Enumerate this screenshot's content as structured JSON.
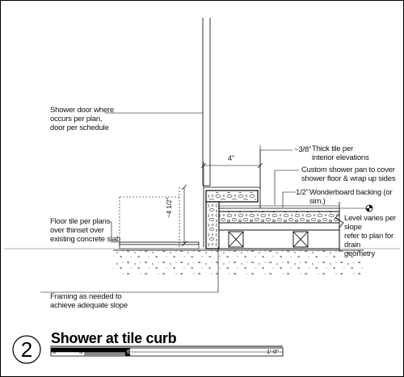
{
  "detail": {
    "number": "2",
    "title": "Shower at tile curb"
  },
  "scale": {
    "labels": [
      "0\"",
      "3\"",
      "6\"",
      "1'-0\""
    ]
  },
  "notes": {
    "shower_door": "Shower door where\noccurs per plan,\ndoor per schedule",
    "thick_tile": "Thick tile per\ninterior elevations",
    "thick_tile_fraction": "~3/8\"",
    "shower_pan": "Custom shower pan to cover\nshower floor & wrap up sides",
    "wonderboard": "Wonderboard backing (or sim.)",
    "wonderboard_fraction": "1/2\"",
    "floor_tile": "Floor tile per plans\nover thinset over\nexisting concrete slab",
    "level_varies": "Level varies per slope\nrefer to plan for drain\ngeometry",
    "framing": "Framing as needed to\nachieve adequate slope"
  },
  "dimensions": {
    "curb_width": "4\"",
    "curb_height": "~4 1/2\""
  }
}
